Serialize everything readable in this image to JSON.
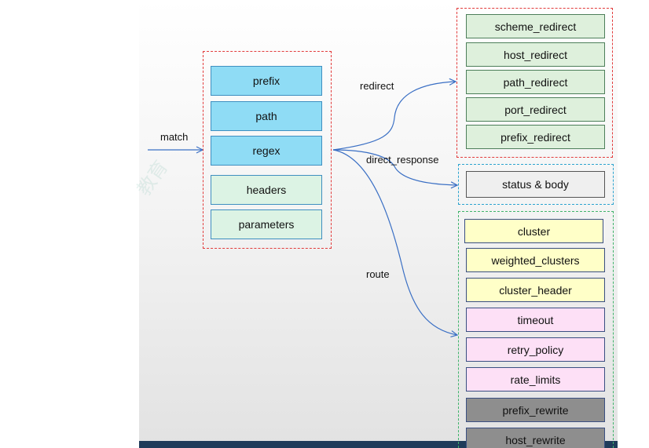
{
  "watermark": "教育",
  "edge_labels": {
    "match": "match",
    "redirect": "redirect",
    "direct_response": "direct_response",
    "route": "route"
  },
  "match_fields": [
    "prefix",
    "path",
    "regex",
    "headers",
    "parameters"
  ],
  "redirect_fields": [
    "scheme_redirect",
    "host_redirect",
    "path_redirect",
    "port_redirect",
    "prefix_redirect"
  ],
  "direct_response_fields": [
    "status & body"
  ],
  "route_fields": [
    "cluster",
    "weighted_clusters",
    "cluster_header",
    "timeout",
    "retry_policy",
    "rate_limits",
    "prefix_rewrite",
    "host_rewrite"
  ],
  "colors": {
    "arrow": "#3a6fc4",
    "match_group_border": "#e23b3b",
    "redirect_group_border": "#e23b3b",
    "direct_response_group_border": "#2ba3cf",
    "route_group_border": "#3fb36a"
  }
}
